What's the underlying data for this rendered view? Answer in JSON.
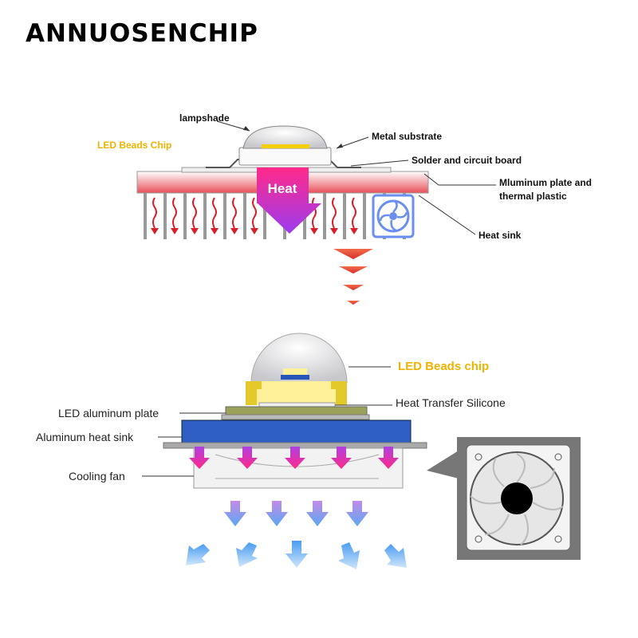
{
  "brand": "ANNUOSENCHIP",
  "top_diagram": {
    "labels": {
      "lampshade": "lampshade",
      "metal_substrate": "Metal substrate",
      "led_beads_chip": "LED Beads Chip",
      "solder": "Solder and circuit board",
      "aluminum_plate_1": "Mluminum plate and",
      "aluminum_plate_2": "thermal plastic",
      "heat_sink": "Heat sink",
      "heat_arrow": "Heat"
    }
  },
  "bottom_diagram": {
    "labels": {
      "led_beads_chip": "LED Beads chip",
      "heat_transfer_silicone": "Heat Transfer Silicone",
      "led_aluminum_plate": "LED aluminum plate",
      "aluminum_heat_sink": "Aluminum heat sink",
      "cooling_fan": "Cooling fan"
    }
  },
  "colors": {
    "accent_yellow": "#f0b400",
    "heat_red": "#e03a2a",
    "heat_sink_blue": "#2f5fc4"
  }
}
